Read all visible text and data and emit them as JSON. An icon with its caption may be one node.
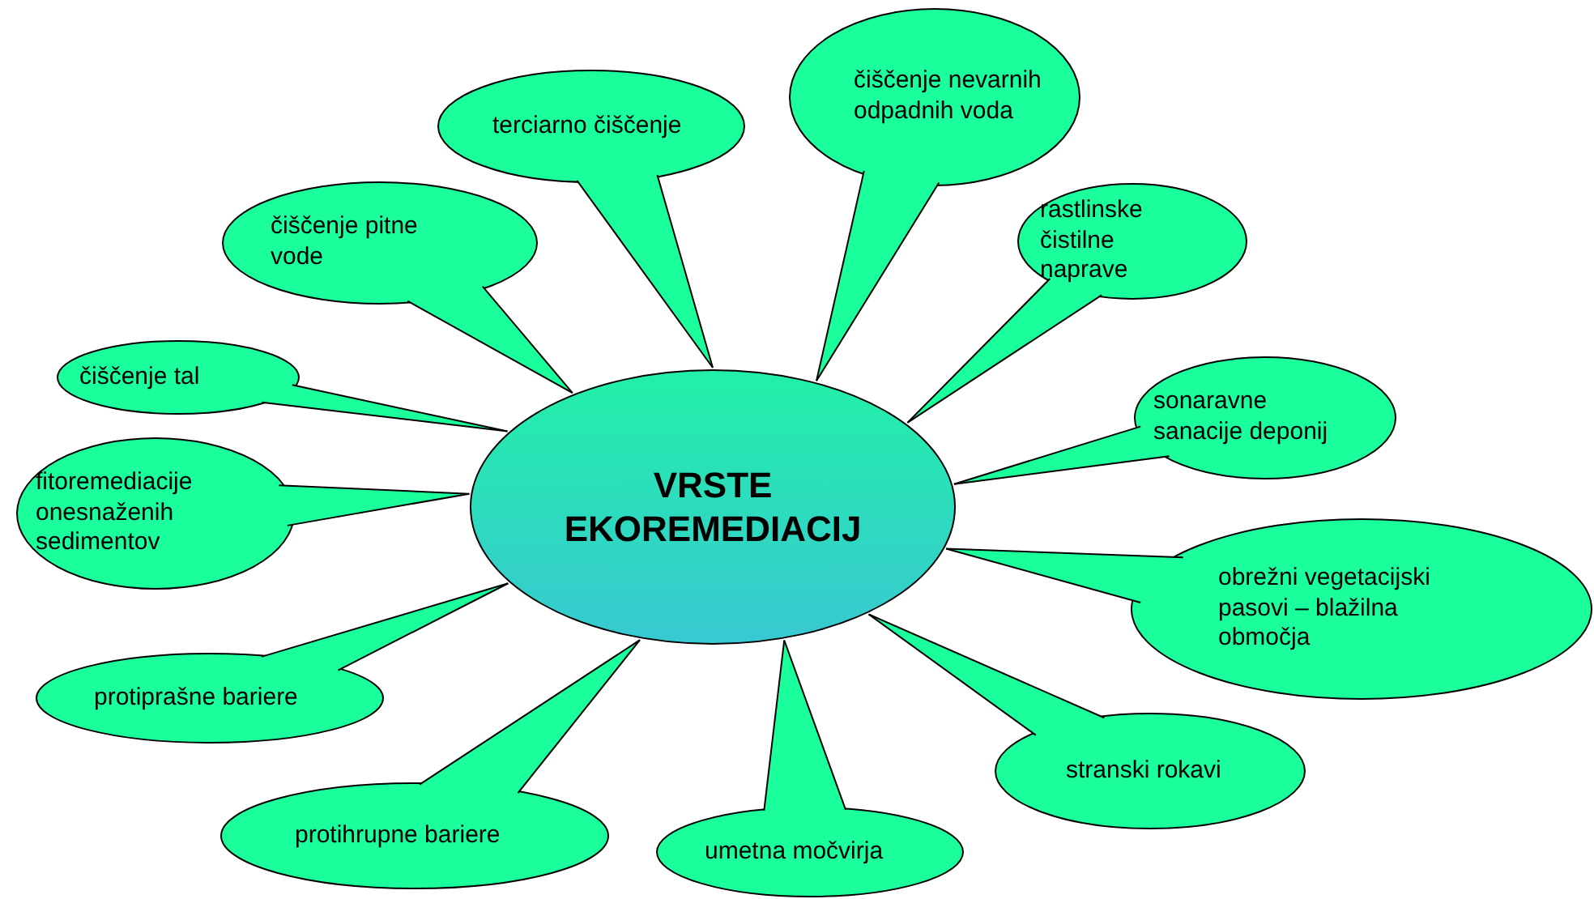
{
  "diagram": {
    "nodes": [
      {
        "text": [
          "VRSTE EKOREMEDIACIJ"
        ]
      },
      {
        "text": [
          "terciarno čiščenje"
        ]
      },
      {
        "text": [
          "čiščenje nevarnih odpadnih voda"
        ]
      },
      {
        "text": [
          "rastlinske čistilne naprave"
        ]
      },
      {
        "text": [
          "čiščenje pitne vode"
        ]
      },
      {
        "text": [
          "čiščenje tal"
        ]
      },
      {
        "text": [
          "sonaravne sanacije deponij"
        ]
      },
      {
        "text": [
          "fitoremediacije onesnaženih sedimentov"
        ]
      },
      {
        "text": [
          "obrežni vegetacijski pasovi – blažilna območja"
        ]
      },
      {
        "text": [
          "protiprašne bariere"
        ]
      },
      {
        "text": [
          "stranski rokavi"
        ]
      },
      {
        "text": [
          "protihrupne bariere"
        ]
      },
      {
        "text": [
          "umetna močvirja"
        ]
      }
    ],
    "edges": [
      {
        "from": 1,
        "to": 0,
        "arrow": "none"
      },
      {
        "from": 2,
        "to": 0,
        "arrow": "none"
      },
      {
        "from": 3,
        "to": 0,
        "arrow": "none"
      },
      {
        "from": 4,
        "to": 0,
        "arrow": "none"
      },
      {
        "from": 5,
        "to": 0,
        "arrow": "none"
      },
      {
        "from": 6,
        "to": 0,
        "arrow": "none"
      },
      {
        "from": 7,
        "to": 0,
        "arrow": "none"
      },
      {
        "from": 8,
        "to": 0,
        "arrow": "none"
      },
      {
        "from": 9,
        "to": 0,
        "arrow": "none"
      },
      {
        "from": 10,
        "to": 0,
        "arrow": "none"
      },
      {
        "from": 11,
        "to": 0,
        "arrow": "none"
      },
      {
        "from": 12,
        "to": 0,
        "arrow": "none"
      }
    ]
  }
}
